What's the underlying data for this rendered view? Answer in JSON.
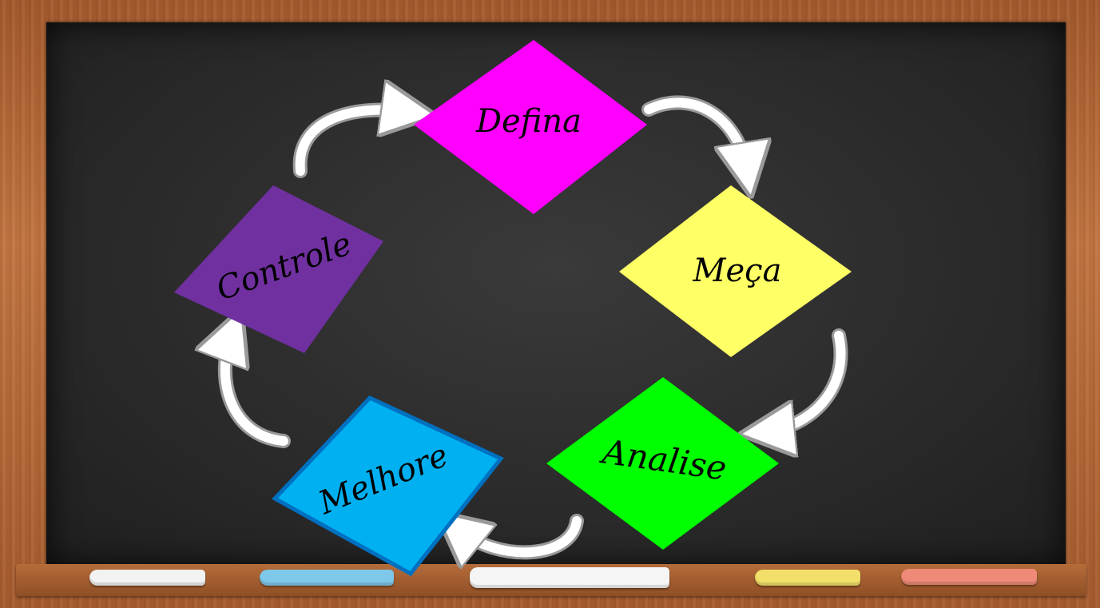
{
  "diagram": {
    "steps": [
      {
        "id": "defina",
        "label": "Defina",
        "color": "#ff00ff"
      },
      {
        "id": "meca",
        "label": "Meça",
        "color": "#ffff66"
      },
      {
        "id": "analise",
        "label": "Analise",
        "color": "#00ff00"
      },
      {
        "id": "melhore",
        "label": "Melhore",
        "color": "#00b0f0"
      },
      {
        "id": "controle",
        "label": "Controle",
        "color": "#7030a0"
      }
    ],
    "arrow_color": "#ffffff"
  },
  "chalks": [
    {
      "color": "#ffffff"
    },
    {
      "color": "#7ec8ea"
    },
    {
      "color": "#ffffff"
    },
    {
      "color": "#f2e06a"
    },
    {
      "color": "#f08a78"
    }
  ]
}
